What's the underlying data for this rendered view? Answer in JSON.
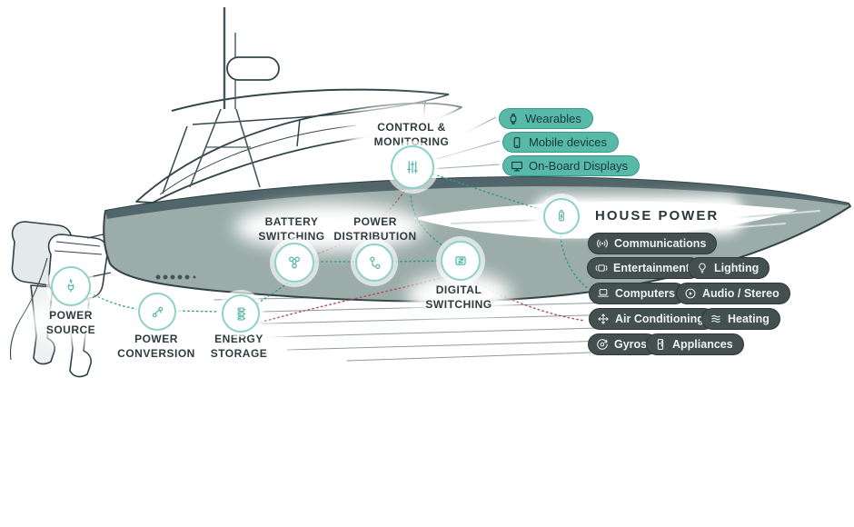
{
  "colors": {
    "device_pill_bg": "#58b9a9",
    "load_pill_bg": "#43504f",
    "hull_fill": "#9cada9",
    "outline": "#334549",
    "node_ring": "#8ed2c6",
    "icon_teal": "#55b8aa",
    "dotted_teal": "#2f9a8a",
    "dotted_red": "#b04a58",
    "label_text": "#2f3b3d"
  },
  "nodes": [
    {
      "id": "control-monitoring",
      "label": "CONTROL & MONITORING",
      "icon": "sliders-icon"
    },
    {
      "id": "battery-switching",
      "label": "BATTERY SWITCHING",
      "icon": "linked-nodes-icon"
    },
    {
      "id": "power-distribution",
      "label": "POWER DISTRIBUTION",
      "icon": "branch-circuit-icon"
    },
    {
      "id": "house-power",
      "label": "HOUSE POWER",
      "icon": "battery-bolt-icon"
    },
    {
      "id": "digital-switching",
      "label": "DIGITAL SWITCHING",
      "icon": "swap-box-icon"
    },
    {
      "id": "power-source",
      "label": "POWER SOURCE",
      "icon": "plug-bolt-icon"
    },
    {
      "id": "power-conversion",
      "label": "POWER CONVERSION",
      "icon": "converter-icon"
    },
    {
      "id": "energy-storage",
      "label": "ENERGY STORAGE",
      "icon": "battery-stack-icon"
    }
  ],
  "device_pills": [
    {
      "label": "Wearables",
      "icon": "smartwatch-icon"
    },
    {
      "label": "Mobile devices",
      "icon": "smartphone-icon"
    },
    {
      "label": "On-Board Displays",
      "icon": "display-icon"
    }
  ],
  "load_pills": [
    {
      "label": "Communications",
      "icon": "broadcast-icon"
    },
    {
      "label": "Entertainment",
      "icon": "media-screen-icon"
    },
    {
      "label": "Lighting",
      "icon": "bulb-icon"
    },
    {
      "label": "Computers",
      "icon": "laptop-icon"
    },
    {
      "label": "Audio / Stereo",
      "icon": "play-circle-icon"
    },
    {
      "label": "Air Conditioning",
      "icon": "snowflake-icon"
    },
    {
      "label": "Heating",
      "icon": "heat-waves-icon"
    },
    {
      "label": "Gyros",
      "icon": "gyro-icon"
    },
    {
      "label": "Appliances",
      "icon": "appliance-icon"
    }
  ]
}
